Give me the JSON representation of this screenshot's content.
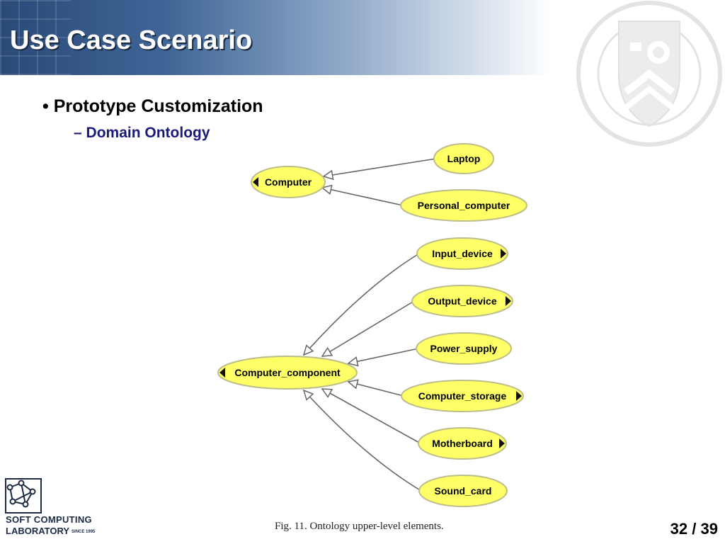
{
  "slide": {
    "title": "Use Case Scenario",
    "bullet": "Prototype Customization",
    "sub_bullet": "Domain Ontology",
    "bullet_marker": "•",
    "sub_marker": "–"
  },
  "diagram": {
    "nodes": [
      {
        "id": "computer",
        "label": "Computer",
        "has_left_arrow": true
      },
      {
        "id": "laptop",
        "label": "Laptop"
      },
      {
        "id": "personal_computer",
        "label": "Personal_computer"
      },
      {
        "id": "input_device",
        "label": "Input_device",
        "has_right_arrow": true
      },
      {
        "id": "output_device",
        "label": "Output_device",
        "has_right_arrow": true
      },
      {
        "id": "power_supply",
        "label": "Power_supply"
      },
      {
        "id": "computer_component",
        "label": "Computer_component",
        "has_left_arrow": true
      },
      {
        "id": "computer_storage",
        "label": "Computer_storage",
        "has_right_arrow": true
      },
      {
        "id": "motherboard",
        "label": "Motherboard",
        "has_right_arrow": true
      },
      {
        "id": "sound_card",
        "label": "Sound_card"
      }
    ],
    "edges": [
      {
        "from": "laptop",
        "to": "computer"
      },
      {
        "from": "personal_computer",
        "to": "computer"
      },
      {
        "from": "input_device",
        "to": "computer_component"
      },
      {
        "from": "output_device",
        "to": "computer_component"
      },
      {
        "from": "power_supply",
        "to": "computer_component"
      },
      {
        "from": "computer_storage",
        "to": "computer_component"
      },
      {
        "from": "motherboard",
        "to": "computer_component"
      },
      {
        "from": "sound_card",
        "to": "computer_component"
      }
    ],
    "caption": "Fig. 11.  Ontology upper-level elements.",
    "node_fill": "#ffff66",
    "node_stroke": "#bdbd8c",
    "edge_color": "#666666"
  },
  "footer": {
    "lab_line1": "SOFT COMPUTING",
    "lab_line2": "LABORATORY",
    "lab_since": "SINCE 1995",
    "page_current": "32",
    "page_sep": "/",
    "page_total": "39"
  },
  "colors": {
    "header_dark": "#2a4a78",
    "sub_bullet": "#1a1a7a",
    "seal": "#e3e3e3"
  }
}
